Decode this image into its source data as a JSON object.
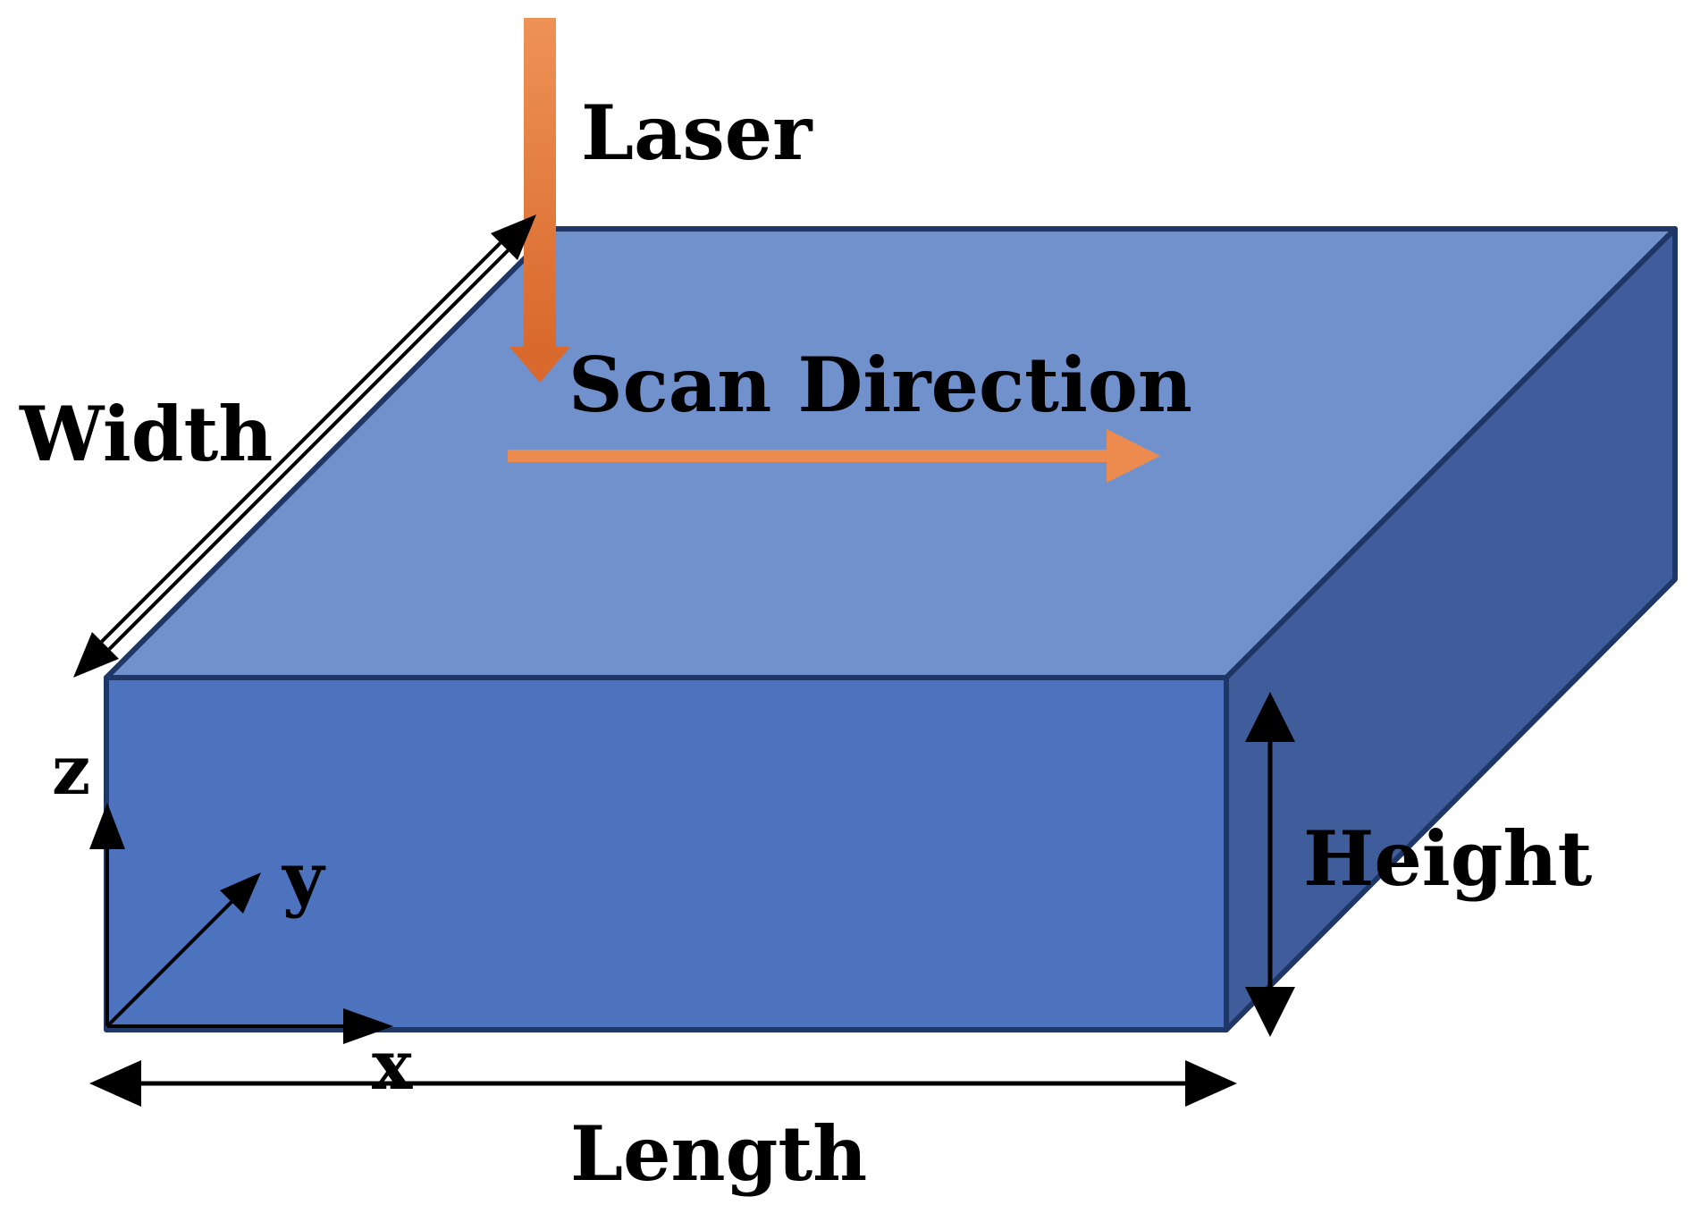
{
  "labels": {
    "laser": "Laser",
    "scan_direction": "Scan Direction",
    "width": "Width",
    "height": "Height",
    "length": "Length",
    "axis_x": "x",
    "axis_y": "y",
    "axis_z": "z"
  },
  "colors": {
    "top_face": "#7191CD",
    "front_face": "#4D73BE",
    "side_face": "#3F5D9A",
    "edge": "#1F3766",
    "laser_beam": "#E07A3A",
    "scan_arrow": "#EC8B4D",
    "dimension_lines": "#000000"
  }
}
